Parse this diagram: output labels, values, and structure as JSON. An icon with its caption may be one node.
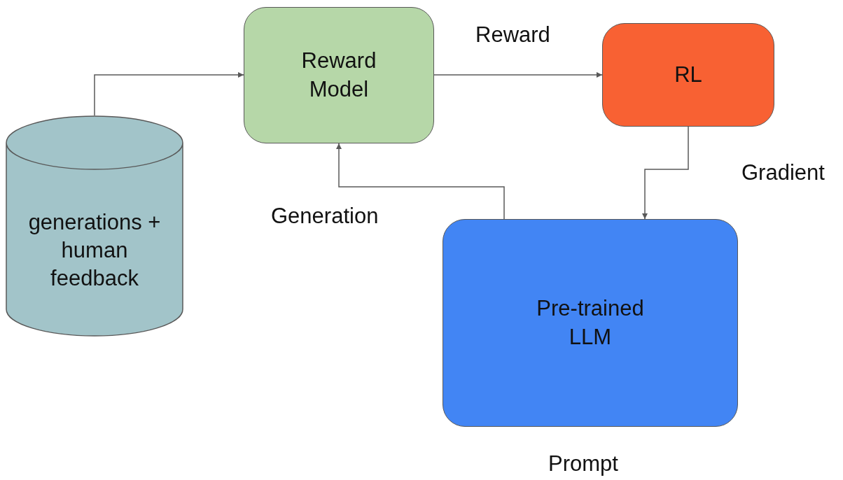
{
  "diagram": {
    "nodes": [
      {
        "text": [
          "generations + human feedback"
        ]
      },
      {
        "text": [
          "Reward Model"
        ]
      },
      {
        "text": [
          "RL"
        ]
      },
      {
        "text": [
          "Pre-trained LLM"
        ],
        "beside": [
          "Prompt"
        ]
      }
    ],
    "edges": [
      {
        "from": 0,
        "to": 1,
        "arrow": "to"
      },
      {
        "from": 1,
        "to": 2,
        "arrow": "to",
        "label": "Reward"
      },
      {
        "from": 2,
        "to": 3,
        "arrow": "to",
        "label": "Gradient"
      },
      {
        "from": 3,
        "to": 1,
        "arrow": "to",
        "label": "Generation"
      }
    ]
  }
}
